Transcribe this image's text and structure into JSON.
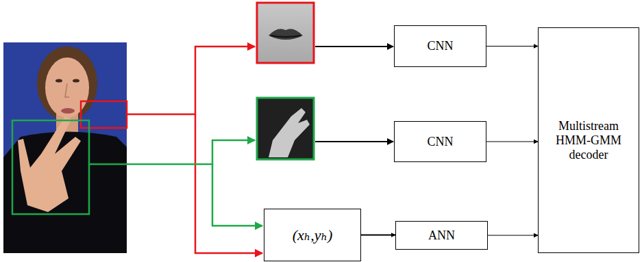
{
  "diagram": {
    "nodes": [
      {
        "text": [
          "CNN"
        ]
      },
      {
        "text": [
          "Multistream HMM-GMM decoder"
        ]
      },
      {
        "text": [
          "CNN"
        ]
      },
      {
        "text": [
          "(xₕ,yₕ)"
        ]
      },
      {
        "text": [
          "ANN"
        ]
      }
    ],
    "edges": [
      {
        "from": 0,
        "to": 1,
        "arrow": "to"
      },
      {
        "from": 2,
        "to": 1,
        "arrow": "to"
      },
      {
        "from": 3,
        "to": 4,
        "arrow": "to"
      },
      {
        "from": 4,
        "to": 1,
        "arrow": "to"
      }
    ]
  }
}
